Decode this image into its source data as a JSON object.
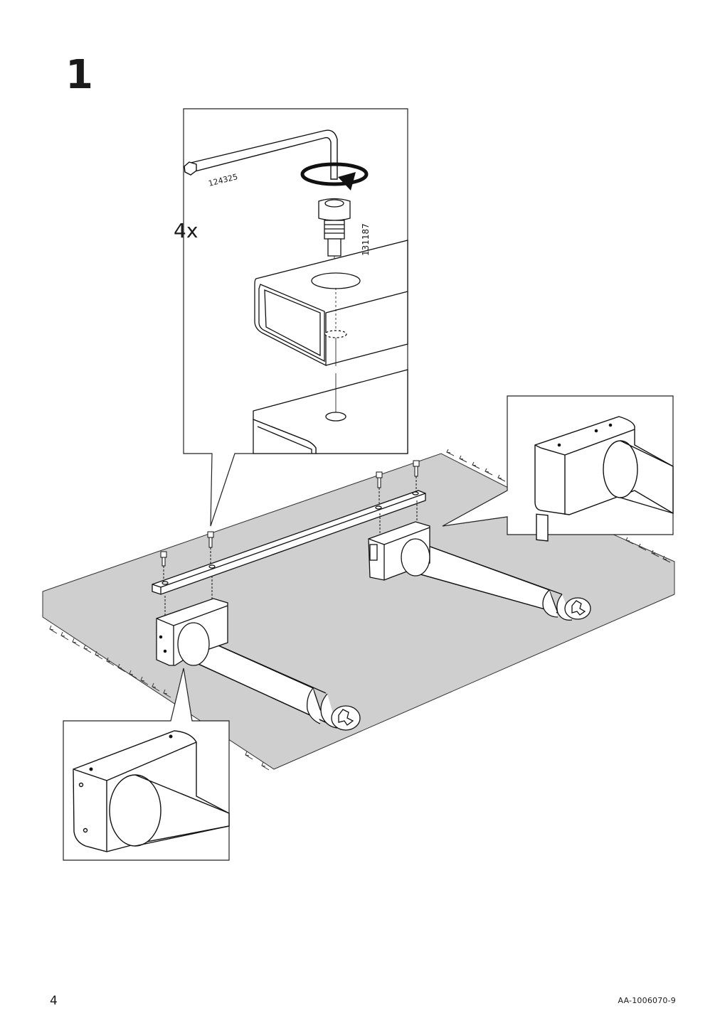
{
  "step": {
    "number": "1"
  },
  "detail_top": {
    "quantity": "4x",
    "tool_part_number": "124325",
    "screw_part_number": "131187"
  },
  "footer": {
    "page_number": "4",
    "document_code": "AA-1006070-9"
  }
}
